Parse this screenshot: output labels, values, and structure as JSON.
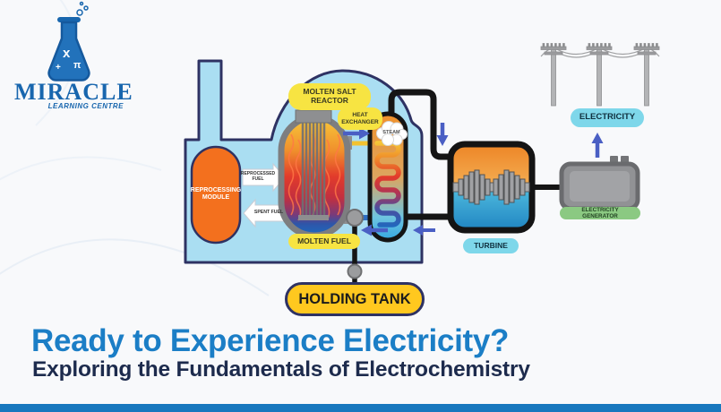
{
  "logo": {
    "name": "MIRACLE",
    "tagline": "LEARNING CENTRE",
    "symbols": [
      "x",
      "π",
      "+"
    ]
  },
  "diagram": {
    "labels": {
      "molten_salt_reactor": "MOLTEN SALT REACTOR",
      "heat_exchanger": "HEAT EXCHANGER",
      "steam": "STEAM",
      "reprocessing_module": "REPROCESSING MODULE",
      "reprocessed_fuel": "REPROCESSED FUEL",
      "spent_fuel": "SPENT FUEL",
      "molten_fuel": "MOLTEN FUEL",
      "holding_tank": "HOLDING TANK",
      "turbine": "TURBINE",
      "electricity_generator": "ELECTRICITY GENERATOR",
      "electricity": "ELECTRICITY"
    },
    "colors": {
      "building_fill": "#aadef2",
      "outline_navy": "#2e3263",
      "module_orange": "#f3701e",
      "label_yellow": "#f7e442",
      "label_cyan": "#7ed7ea",
      "label_green": "#8bc982",
      "tank_gold": "#ffc81f",
      "arrow_blue": "#4a5fc4",
      "pipe_black": "#151515"
    }
  },
  "headline": {
    "title": "Ready to Experience Electricity?",
    "subtitle": "Exploring the Fundamentals of Electrochemistry",
    "title_color": "#1b7ec6",
    "subtitle_color": "#1d2b4d"
  },
  "footer": {
    "bar_color": "#1878be"
  }
}
